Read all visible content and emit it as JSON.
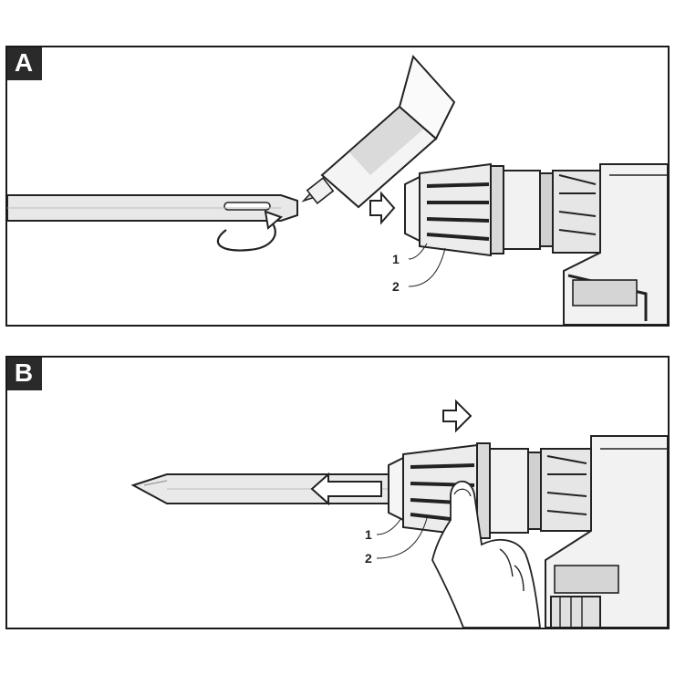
{
  "panels": [
    {
      "label": "A",
      "callouts": [
        "1",
        "2"
      ]
    },
    {
      "label": "B",
      "callouts": [
        "1",
        "2"
      ]
    }
  ]
}
